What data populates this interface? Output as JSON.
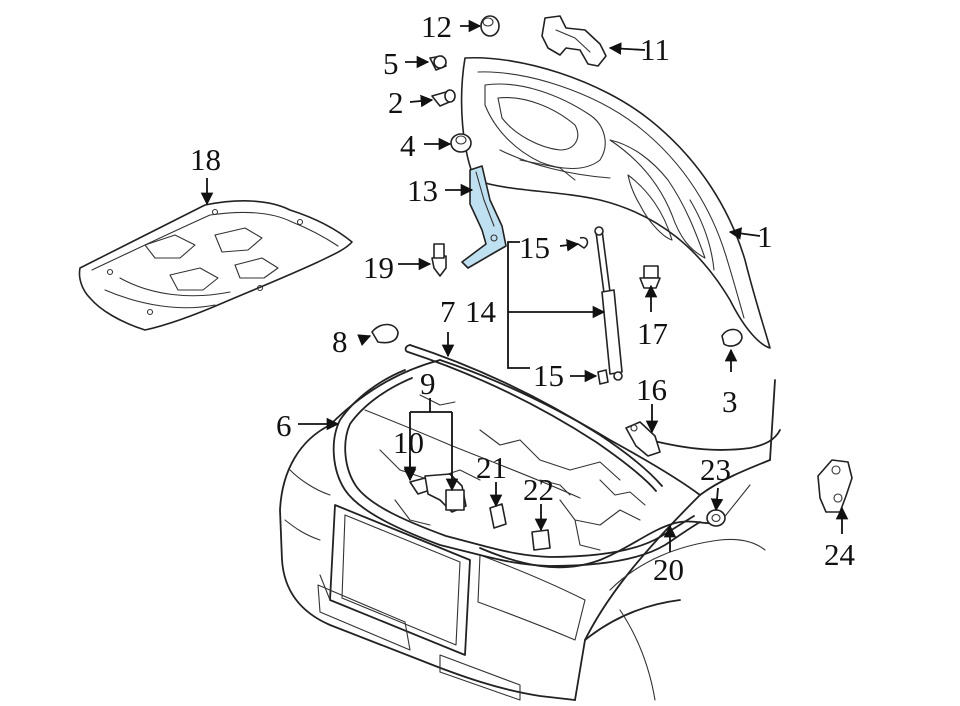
{
  "callouts": {
    "c1": "1",
    "c2": "2",
    "c3": "3",
    "c4": "4",
    "c5": "5",
    "c6": "6",
    "c7": "7",
    "c8": "8",
    "c9": "9",
    "c10": "10",
    "c11": "11",
    "c12": "12",
    "c13": "13",
    "c14": "14",
    "c15a": "15",
    "c15b": "15",
    "c16": "16",
    "c17": "17",
    "c18": "18",
    "c19": "19",
    "c20": "20",
    "c21": "21",
    "c22": "22",
    "c23": "23",
    "c24": "24"
  },
  "highlight_color": "#bfe0f0"
}
